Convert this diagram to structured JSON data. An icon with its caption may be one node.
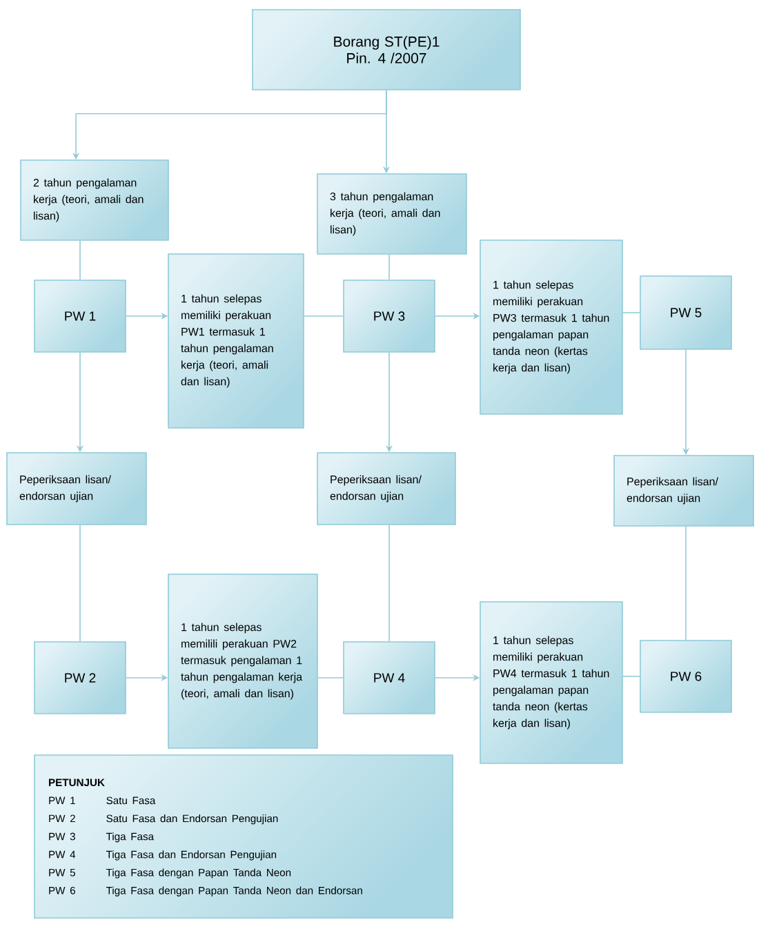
{
  "diagram": {
    "nodes": [
      {
        "text": [
          "Borang ST(PE)1 Pin. 4 /2007"
        ]
      },
      {
        "text": [
          "2 tahun pengalaman kerja (teori, amali dan lisan)"
        ]
      },
      {
        "text": [
          "3 tahun pengalaman kerja (teori, amali dan lisan)"
        ]
      },
      {
        "text": [
          "PW 1"
        ]
      },
      {
        "text": [
          "1 tahun selepas memiliki perakuan PW1 termasuk 1 tahun pengalaman kerja (teori, amali dan lisan)"
        ]
      },
      {
        "text": [
          "PW 3"
        ]
      },
      {
        "text": [
          "1 tahun selepas memiliki perakuan PW3 termasuk 1 tahun pengalaman papan tanda neon (kertas kerja dan lisan)"
        ]
      },
      {
        "text": [
          "PW 5"
        ]
      },
      {
        "text": [
          "Peperiksaan lisan/ endorsan ujian"
        ]
      },
      {
        "text": [
          "Peperiksaan lisan/ endorsan ujian"
        ]
      },
      {
        "text": [
          "Peperiksaan lisan/ endorsan ujian"
        ]
      },
      {
        "text": [
          "PW 2"
        ]
      },
      {
        "text": [
          "1 tahun selepas memilili perakuan PW2 termasuk pengalaman 1 tahun pengalaman kerja (teori, amali dan lisan)"
        ]
      },
      {
        "text": [
          "PW 4"
        ]
      },
      {
        "text": [
          "1 tahun selepas memiliki perakuan PW4 termasuk 1 tahun pengalaman papan tanda neon (kertas kerja dan lisan)"
        ]
      },
      {
        "text": [
          "PW 6"
        ]
      },
      {
        "text": [
          "PETUNJUK",
          "PW 1",
          "Satu Fasa",
          "PW 2",
          "Satu Fasa dan Endorsan Pengujian",
          "PW 3",
          "Tiga Fasa",
          "PW 4",
          "Tiga Fasa dan Endorsan Pengujian",
          "PW 5",
          "Tiga Fasa dengan Papan Tanda Neon",
          "PW 6",
          "Tiga Fasa dengan Papan Tanda Neon dan Endorsan"
        ]
      }
    ],
    "edges": [
      {
        "from": 0,
        "to": 1,
        "arrow": "to"
      },
      {
        "from": 0,
        "to": 2,
        "arrow": "to"
      },
      {
        "from": 1,
        "to": 3,
        "arrow": "none"
      },
      {
        "from": 2,
        "to": 5,
        "arrow": "none"
      },
      {
        "from": 3,
        "to": 4,
        "arrow": "to"
      },
      {
        "from": 4,
        "to": 5,
        "arrow": "none"
      },
      {
        "from": 5,
        "to": 6,
        "arrow": "to"
      },
      {
        "from": 6,
        "to": 7,
        "arrow": "none"
      },
      {
        "from": 3,
        "to": 8,
        "arrow": "to"
      },
      {
        "from": 5,
        "to": 9,
        "arrow": "to"
      },
      {
        "from": 7,
        "to": 10,
        "arrow": "to"
      },
      {
        "from": 8,
        "to": 11,
        "arrow": "none"
      },
      {
        "from": 9,
        "to": 13,
        "arrow": "none"
      },
      {
        "from": 10,
        "to": 15,
        "arrow": "none"
      },
      {
        "from": 11,
        "to": 12,
        "arrow": "to"
      },
      {
        "from": 12,
        "to": 13,
        "arrow": "none"
      },
      {
        "from": 13,
        "to": 14,
        "arrow": "to"
      },
      {
        "from": 14,
        "to": 15,
        "arrow": "none"
      }
    ]
  }
}
